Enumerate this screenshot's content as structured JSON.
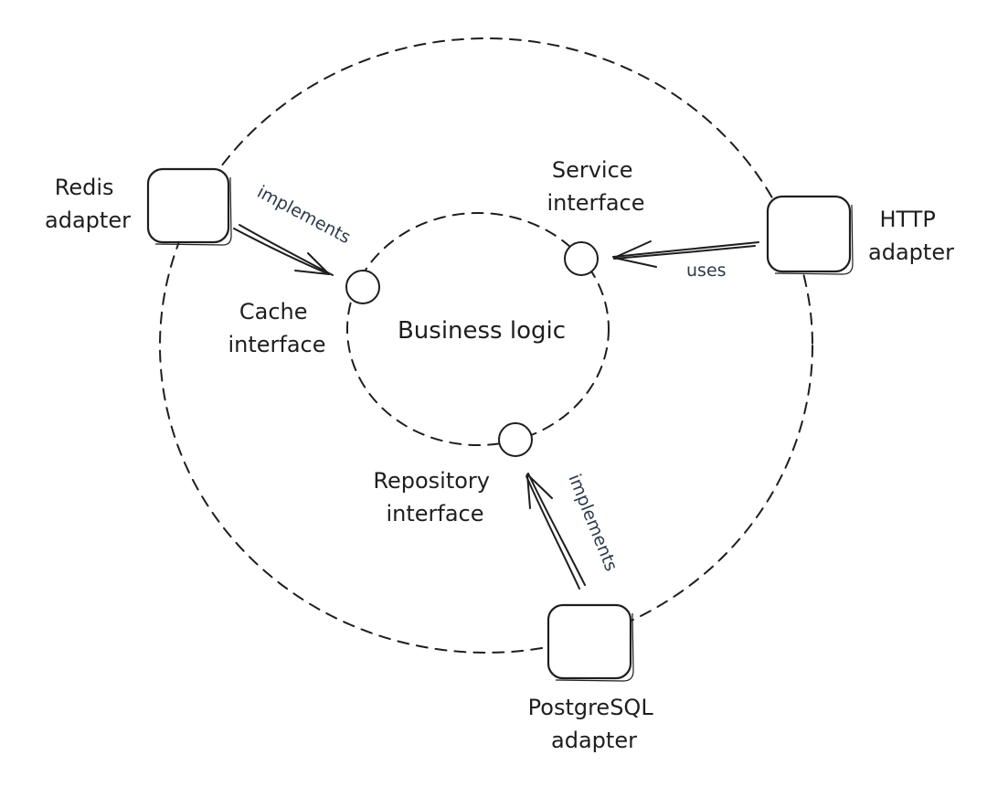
{
  "diagram": {
    "center": "Business logic",
    "interfaces": {
      "cache": [
        "Cache",
        "interface"
      ],
      "service": [
        "Service",
        "interface"
      ],
      "repository": [
        "Repository",
        "interface"
      ]
    },
    "adapters": {
      "redis": [
        "Redis",
        "adapter"
      ],
      "http": [
        "HTTP",
        "adapter"
      ],
      "postgres": [
        "PostgreSQL",
        "adapter"
      ]
    },
    "edges": {
      "redis_cache": "implements",
      "http_service": "uses",
      "postgres_repository": "implements"
    }
  }
}
